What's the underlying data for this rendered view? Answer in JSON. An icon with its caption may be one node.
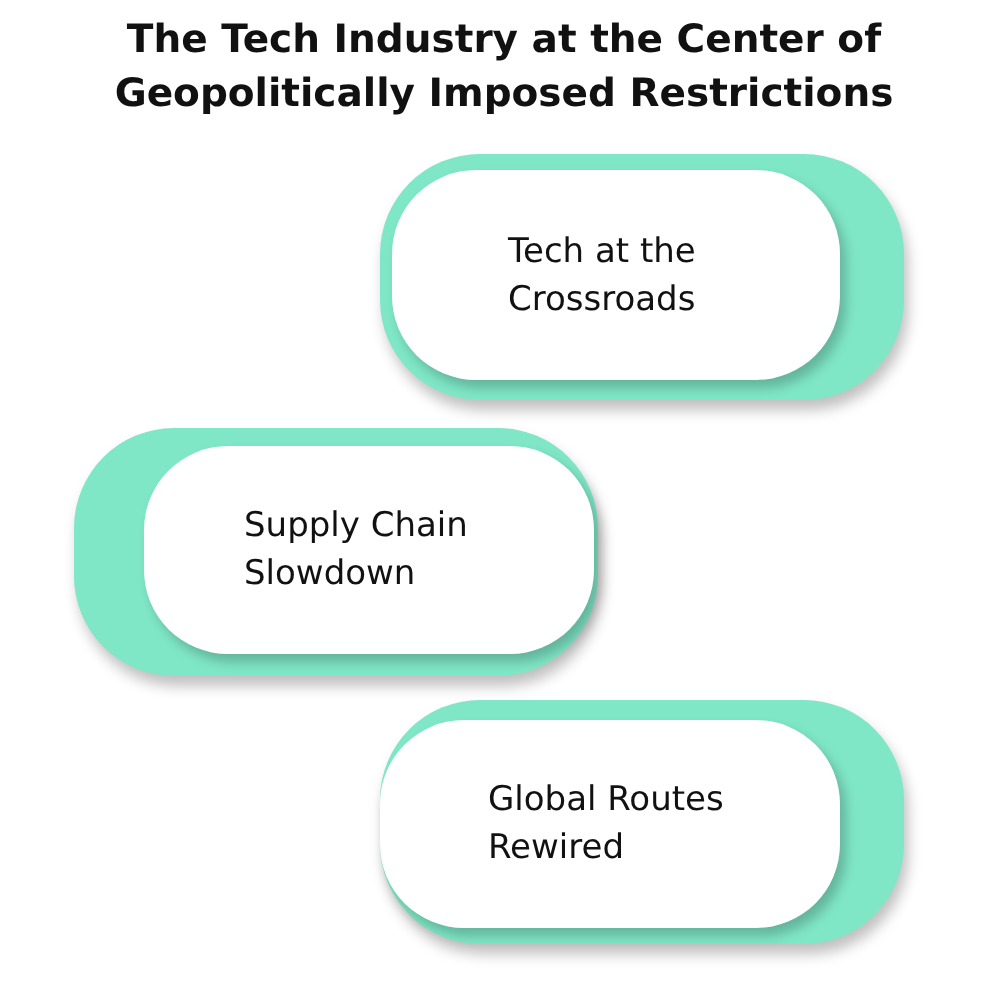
{
  "diagram": {
    "title": "The Tech Industry at the Center of Geopolitically Imposed Restrictions",
    "nodes": [
      {
        "text": [
          "Tech at the Crossroads"
        ]
      },
      {
        "text": [
          "Supply Chain Slowdown"
        ]
      },
      {
        "text": [
          "Global Routes Rewired"
        ]
      }
    ]
  }
}
